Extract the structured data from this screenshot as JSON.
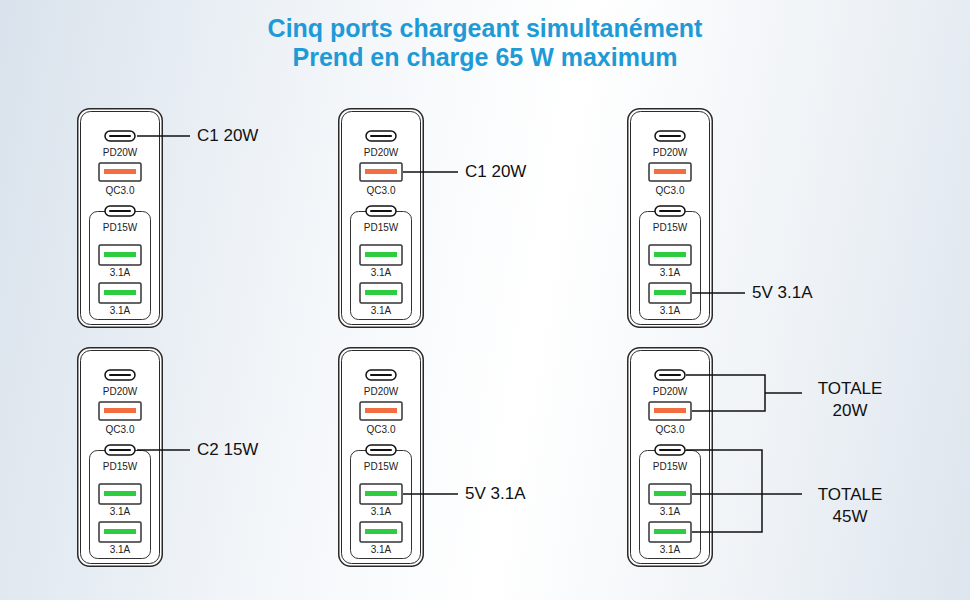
{
  "diagram": {
    "title": "Cinq ports chargeant simultanément Prend en charge 65 W maximum",
    "nodes": [
      {
        "text": [
          "PD20W",
          "QC3.0"
        ]
      },
      {
        "text": [
          "PD15W",
          "3.1A",
          "3.1A"
        ],
        "in": 0
      },
      {
        "text": [
          "PD20W",
          "QC3.0"
        ]
      },
      {
        "text": [
          "PD15W",
          "3.1A",
          "3.1A"
        ],
        "in": 2
      },
      {
        "text": [
          "PD20W",
          "QC3.0"
        ]
      },
      {
        "text": [
          "PD15W",
          "3.1A",
          "3.1A"
        ],
        "in": 4
      },
      {
        "text": [
          "PD20W",
          "QC3.0"
        ]
      },
      {
        "text": [
          "PD15W",
          "3.1A",
          "3.1A"
        ],
        "in": 6
      },
      {
        "text": [
          "PD20W",
          "QC3.0"
        ]
      },
      {
        "text": [
          "PD15W",
          "3.1A",
          "3.1A"
        ],
        "in": 8
      },
      {
        "text": [
          "PD20W",
          "QC3.0"
        ]
      },
      {
        "text": [
          "PD15W",
          "3.1A",
          "3.1A"
        ],
        "in": 10
      }
    ],
    "labels": [
      "C1 20W",
      "C1 20W",
      "5V 3.1A",
      "C2 15W",
      "5V 3.1A",
      "TOTALE 20W",
      "TOTALE 45W"
    ]
  }
}
